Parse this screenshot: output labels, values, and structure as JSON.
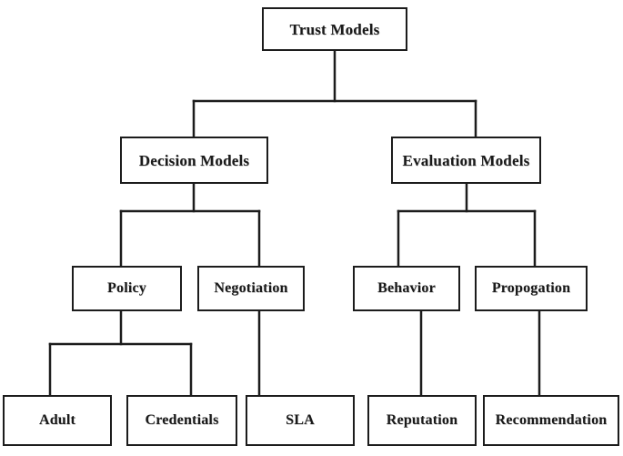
{
  "diagram": {
    "title": "Trust Models taxonomy tree",
    "type": "tree",
    "style": {
      "background": "#ffffff",
      "box_fill": "#ffffff",
      "box_stroke": "#1c1c1c",
      "connector_stroke": "#1c1c1c",
      "text_color": "#1a1a1a"
    },
    "nodes": {
      "root": {
        "label": "Trust Models"
      },
      "decision_models": {
        "label": "Decision Models"
      },
      "evaluation_models": {
        "label": "Evaluation Models"
      },
      "policy": {
        "label": "Policy"
      },
      "negotiation": {
        "label": "Negotiation"
      },
      "behavior": {
        "label": "Behavior"
      },
      "propogation": {
        "label": "Propogation"
      },
      "adult": {
        "label": "Adult"
      },
      "credentials": {
        "label": "Credentials"
      },
      "sla": {
        "label": "SLA"
      },
      "reputation": {
        "label": "Reputation"
      },
      "recommendation": {
        "label": "Recommendation"
      }
    },
    "edges": [
      {
        "from": "root",
        "to": "decision_models"
      },
      {
        "from": "root",
        "to": "evaluation_models"
      },
      {
        "from": "decision_models",
        "to": "policy"
      },
      {
        "from": "decision_models",
        "to": "negotiation"
      },
      {
        "from": "evaluation_models",
        "to": "behavior"
      },
      {
        "from": "evaluation_models",
        "to": "propogation"
      },
      {
        "from": "policy",
        "to": "adult"
      },
      {
        "from": "policy",
        "to": "credentials"
      },
      {
        "from": "negotiation",
        "to": "sla"
      },
      {
        "from": "behavior",
        "to": "reputation"
      },
      {
        "from": "propogation",
        "to": "recommendation"
      }
    ]
  }
}
